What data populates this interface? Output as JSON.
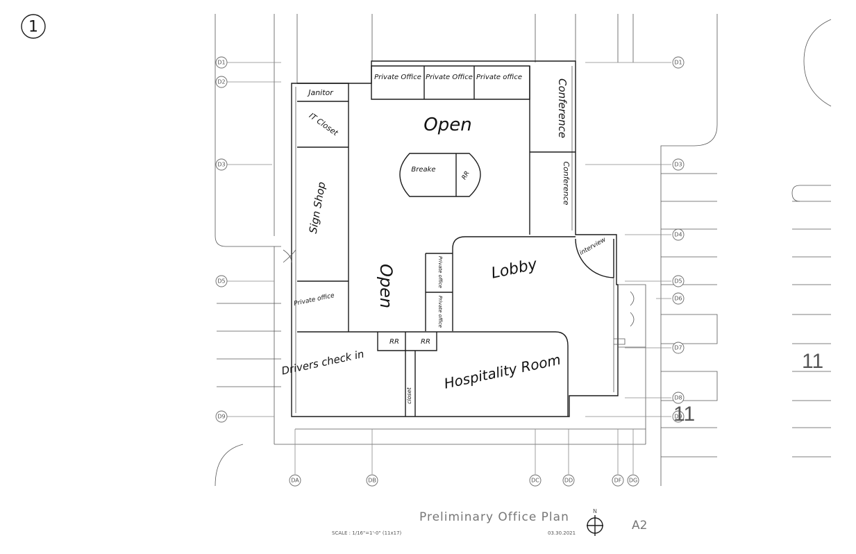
{
  "drawing_number": "1",
  "grid_rows": [
    {
      "id": "d1",
      "label": "D1"
    },
    {
      "id": "d2",
      "label": "D2"
    },
    {
      "id": "d3",
      "label": "D3"
    },
    {
      "id": "d4",
      "label": "D4"
    },
    {
      "id": "d5",
      "label": "D5"
    },
    {
      "id": "d6",
      "label": "D6"
    },
    {
      "id": "d7",
      "label": "D7"
    },
    {
      "id": "d8",
      "label": "D8"
    },
    {
      "id": "d9",
      "label": "D9"
    }
  ],
  "grid_columns": [
    {
      "id": "da",
      "label": "DA"
    },
    {
      "id": "db",
      "label": "DB"
    },
    {
      "id": "dc",
      "label": "DC"
    },
    {
      "id": "dd",
      "label": "DD"
    },
    {
      "id": "df",
      "label": "DF"
    },
    {
      "id": "dg",
      "label": "DG"
    }
  ],
  "rooms": {
    "private_office_1": "Private Office",
    "private_office_2": "Private Office",
    "private_office_3": "Private office",
    "conference_1": "Conference",
    "conference_2": "Conference",
    "janitor": "Janitor",
    "it_closet": "IT Closet",
    "open_top": "Open",
    "breakroom": "Breake",
    "breakroom_rr": "RR",
    "sign_shop": "Sign Shop",
    "open_left": "Open",
    "private_office_small_1": "Private office",
    "private_office_small_2": "Private office",
    "lobby": "Lobby",
    "interview": "interview",
    "private_office_left": "Private office",
    "restroom_1": "RR",
    "restroom_2": "RR",
    "drivers_check_in": "Drivers check in",
    "closet": "closet",
    "hospitality_room": "Hospitality Room"
  },
  "parking_number_right": "11",
  "parking_number_bottom": "11",
  "title": "Preliminary Office Plan",
  "scale_note": "SCALE : 1/16\"=1'-0\" (11x17)",
  "date": "03.30.2021",
  "north_label": "N",
  "sheet_number": "A2"
}
